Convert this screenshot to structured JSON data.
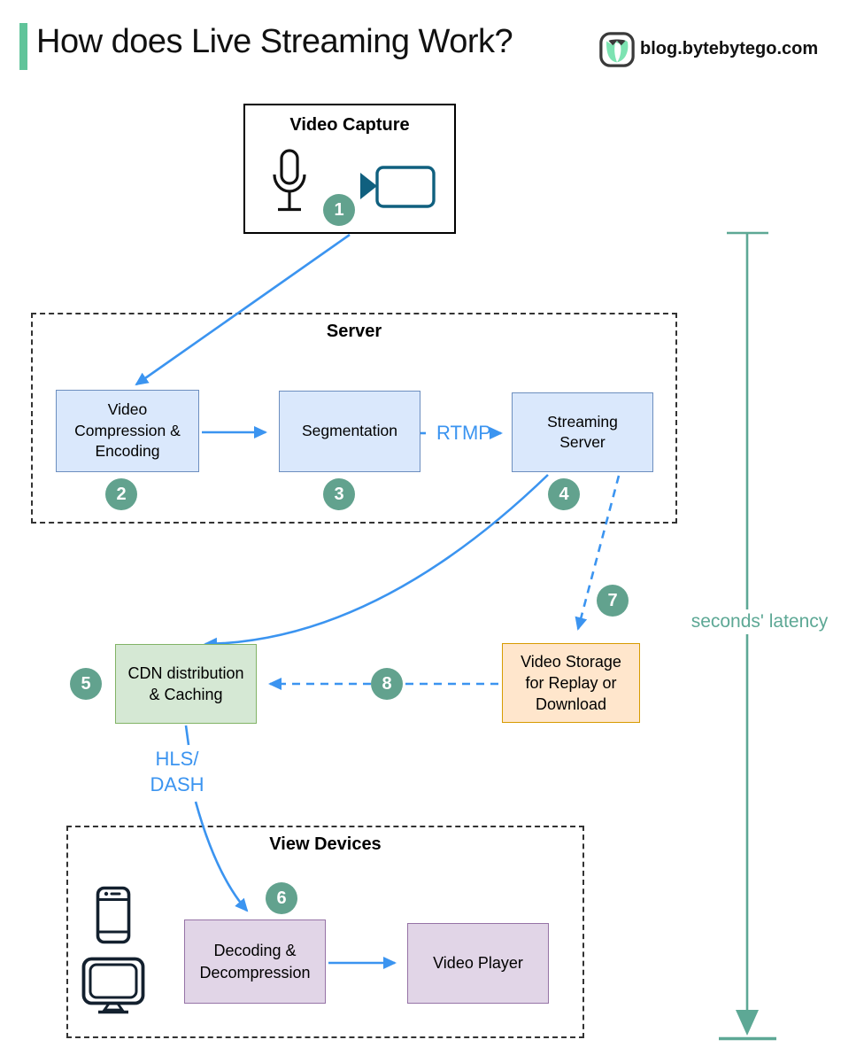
{
  "header": {
    "title": "How does Live Streaming Work?",
    "site": "blog.bytebytego.com"
  },
  "groups": {
    "server": {
      "label": "Server"
    },
    "view_devices": {
      "label": "View Devices"
    }
  },
  "nodes": {
    "video_capture": {
      "title": "Video Capture"
    },
    "compression": {
      "lines": [
        "Video",
        "Compression &",
        "Encoding"
      ]
    },
    "segmentation": {
      "label": "Segmentation"
    },
    "streaming_server": {
      "lines": [
        "Streaming",
        "Server"
      ]
    },
    "cdn": {
      "lines": [
        "CDN distribution",
        "& Caching"
      ]
    },
    "video_storage": {
      "lines": [
        "Video Storage",
        "for Replay or",
        "Download"
      ]
    },
    "decoding": {
      "lines": [
        "Decoding &",
        "Decompression"
      ]
    },
    "video_player": {
      "label": "Video Player"
    }
  },
  "edge_labels": {
    "rtmp": "RTMP",
    "hls_line1": "HLS/",
    "hls_line2": "DASH",
    "latency": "seconds' latency"
  },
  "badges": {
    "capture": "1",
    "compression": "2",
    "segmentation": "3",
    "streaming": "4",
    "cdn": "5",
    "decoding": "6",
    "storage_in": "7",
    "storage_to_cdn": "8"
  },
  "colors": {
    "arrow_blue": "#3b94f0",
    "badge_teal": "#62a28e",
    "latency_teal": "#5da895",
    "accent_mint": "#60c49a",
    "box_blue_fill": "#dae8fc",
    "box_blue_border": "#6c8ebf",
    "box_green_fill": "#d5e8d4",
    "box_green_border": "#82b366",
    "box_orange_fill": "#ffe6cc",
    "box_orange_border": "#d79b00",
    "box_purple_fill": "#e1d5e7",
    "box_purple_border": "#9673a6"
  }
}
